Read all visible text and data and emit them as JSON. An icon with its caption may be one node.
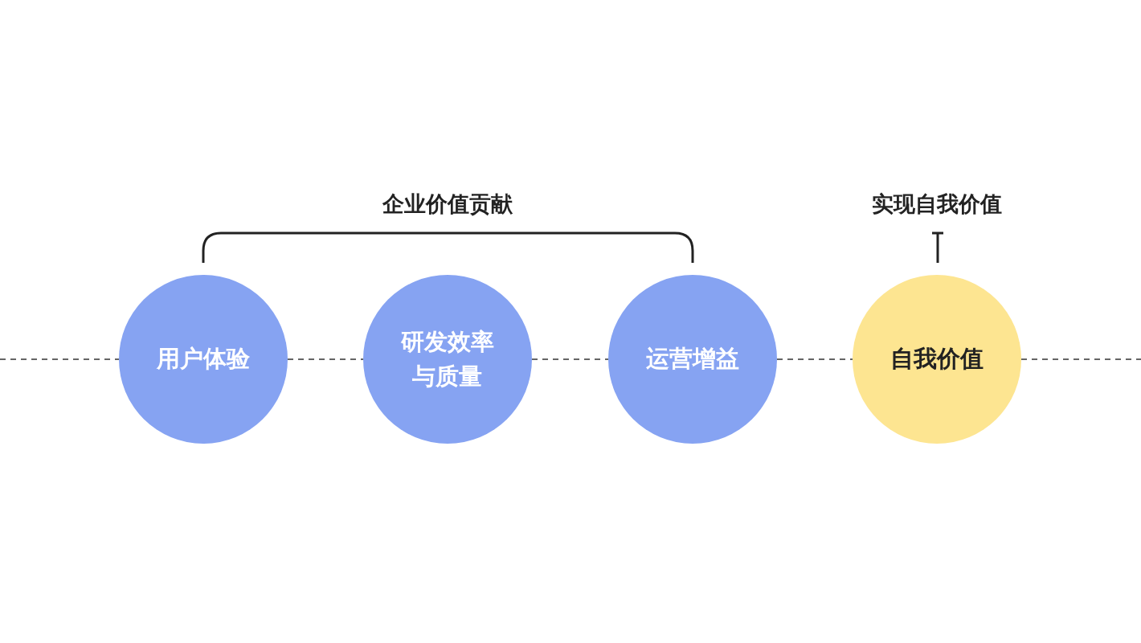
{
  "diagram": {
    "nodes": [
      {
        "text": [
          "用户体验"
        ]
      },
      {
        "text": [
          "研发效率与质量"
        ]
      },
      {
        "text": [
          "运营增益"
        ]
      },
      {
        "text": [
          "自我价值"
        ]
      }
    ],
    "edges": [
      {
        "from": null,
        "to": 0,
        "arrow": "none",
        "style": "dashed"
      },
      {
        "from": 0,
        "to": 1,
        "arrow": "none",
        "style": "dashed"
      },
      {
        "from": 1,
        "to": 2,
        "arrow": "none",
        "style": "dashed"
      },
      {
        "from": 2,
        "to": 3,
        "arrow": "none",
        "style": "dashed"
      },
      {
        "from": 3,
        "to": null,
        "arrow": "none",
        "style": "dashed"
      }
    ],
    "labels": [
      "企业价值贡献",
      "实现自我价值"
    ]
  }
}
